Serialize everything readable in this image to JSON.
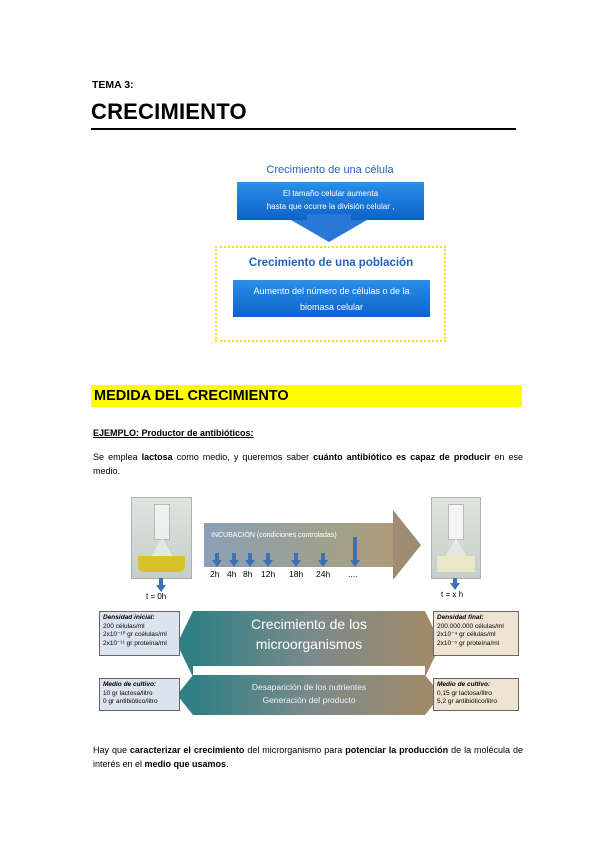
{
  "header": {
    "tema": "TEMA 3:",
    "title": "CRECIMIENTO"
  },
  "cell_diagram": {
    "cell_title": "Crecimiento de una célula",
    "cell_desc_1": "El tamaño celular aumenta",
    "cell_desc_2": "hasta que ocurre la división celular ,",
    "population_title": "Crecimiento de una población",
    "population_desc_1": "Aumento del número de células o de la",
    "population_desc_2": "biomasa celular"
  },
  "section": {
    "title": "MEDIDA DEL CRECIMIENTO",
    "example_label": "EJEMPLO: Productor de antibióticos:",
    "para1": {
      "t1": "Se emplea ",
      "b1": "lactosa",
      "t2": " como medio, y queremos saber ",
      "b2": "cuánto antibiótico es capaz de producir",
      "t3": " en ese medio."
    },
    "para2": {
      "t1": "Hay que ",
      "b1": "caracterizar el crecimiento",
      "t2": " del microrganismo para ",
      "b2": "potenciar la producción",
      "t3": " de la molécula de interés en el ",
      "b3": "medio que usamos",
      "t4": "."
    }
  },
  "figure": {
    "incubation_label": "INCUBACIÓN (condiciones controladas)",
    "times": [
      "2h",
      "4h",
      "8h",
      "12h",
      "18h",
      "24h",
      "...."
    ],
    "t_start": "t = 0h",
    "t_end": "t = x h",
    "growth_label_1": "Crecimiento de los",
    "growth_label_2": "microorganismos",
    "depletion_1": "Desaparición de los nutrientes",
    "depletion_2": "Generación del producto",
    "initial_density": {
      "heading": "Densidad inicial:",
      "line1": "200 células/ml",
      "line2": "2x10⁻¹⁰ gr ccélulas/ml",
      "line3": "2x10⁻¹¹ gr proteína/ml"
    },
    "final_density": {
      "heading": "Densidad final:",
      "line1": "200.000.000 células/ml",
      "line2": "2x10⁻⁴ gr células/ml",
      "line3": "2x10⁻⁵ gr proteína/ml"
    },
    "initial_medium": {
      "heading": "Medio de cultivo:",
      "line1": "10 gr lactosa/litro",
      "line2": "0 gr antibiótico/litro"
    },
    "final_medium": {
      "heading": "Medio de cultivo:",
      "line1": "0,15 gr lactosa/litro",
      "line2": "5,2 gr antibiótico/litro"
    }
  },
  "colors": {
    "blue_box": "#1a78dc",
    "highlight": "#ffff00",
    "dotted_border": "#f2e600",
    "teal": "#2f7f83",
    "tan": "#a08a6b"
  }
}
